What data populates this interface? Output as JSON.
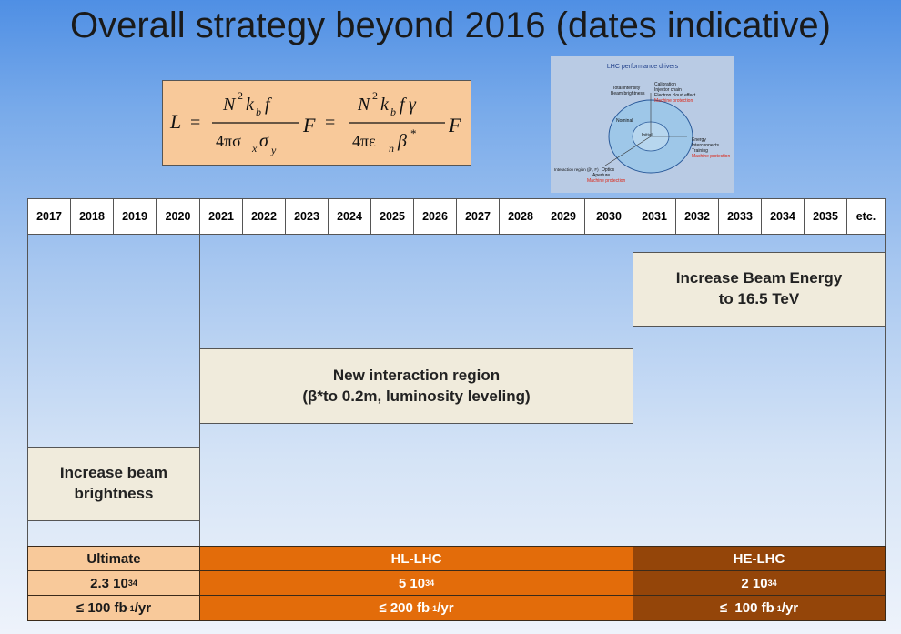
{
  "title": "Overall strategy beyond 2016 (dates indicative)",
  "formula": {
    "lhs": "L",
    "n2": "N",
    "exp2": "2",
    "kb": "k",
    "b": "b",
    "f": "f",
    "gamma": "γ",
    "den1": "4πσ",
    "x": "x",
    "sigma": "σ",
    "y": "y",
    "den2": "4πε",
    "n": "n",
    "beta": "β",
    "star": "*",
    "F": "F",
    "eq": "="
  },
  "drivers_image": {
    "title": "LHC performance drivers",
    "labels": {
      "total_intensity": "Total intensity",
      "beam_brightness": "Beam brightness",
      "calibration": "Calibration",
      "injector_chain": "Injector chain",
      "electron_cloud": "Electron cloud effect",
      "machine_protection_1": "Machine protection",
      "nominal": "Nominal",
      "initial": "Initial",
      "energy": "Energy",
      "interconnects": "Interconnects",
      "training": "Training",
      "machine_protection_2": "Machine protection",
      "interaction_region": "Interaction region (β*, F)",
      "optics": "Optics",
      "aperture": "Aperture",
      "machine_protection_3": "Machine protection"
    }
  },
  "years": [
    "2017",
    "2018",
    "2019",
    "2020",
    "2021",
    "2022",
    "2023",
    "2024",
    "2025",
    "2026",
    "2027",
    "2028",
    "2029",
    "2030",
    "2031",
    "2032",
    "2033",
    "2034",
    "2035",
    "etc."
  ],
  "phases": {
    "brightness": {
      "line1": "Increase beam",
      "line2": "brightness"
    },
    "interaction": {
      "line1": "New interaction region",
      "line2": "(β*to 0.2m, luminosity leveling)"
    },
    "energy": {
      "line1": "Increase Beam Energy",
      "line2": "to 16.5 TeV"
    }
  },
  "bottom": {
    "ultimate": {
      "name": "Ultimate",
      "lumi_base": "2.3 10",
      "lumi_exp": "34",
      "int_pre": "≤ 100 fb",
      "int_exp": "-1",
      "int_post": "/yr"
    },
    "hl": {
      "name": "HL-LHC",
      "lumi_base": "5 10",
      "lumi_exp": "34",
      "int_pre": "≤ 200 fb",
      "int_exp": "-1",
      "int_post": "/yr"
    },
    "he": {
      "name": "HE-LHC",
      "lumi_base": "2 10",
      "lumi_exp": "34",
      "int_pre": "≤  100 fb",
      "int_exp": "-1",
      "int_post": "/yr"
    }
  },
  "colors": {
    "ultimate": "#f8c99a",
    "hl": "#e36c0a",
    "he": "#944509",
    "phase_box": "#f0ebdc",
    "formula_box": "#f8c99a"
  }
}
